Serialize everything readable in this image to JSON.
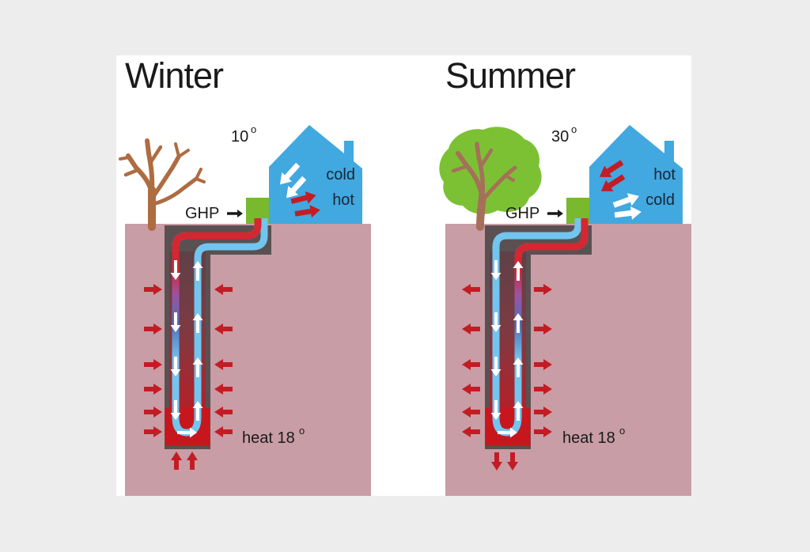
{
  "figure": {
    "subject": "ground heat pump seasonal operation diagram"
  },
  "panels": [
    {
      "season": "Winter",
      "outdoor_temp": {
        "value": "10",
        "degree_mark": "o"
      },
      "ghp": {
        "label": "GHP"
      },
      "house": {
        "top_label": "cold",
        "bottom_label": "hot"
      },
      "ground": {
        "heat_label": {
          "text": "heat 18",
          "degree_mark": "o"
        }
      },
      "tree": "bare tree",
      "ground_heat_flow": "into borehole"
    },
    {
      "season": "Summer",
      "outdoor_temp": {
        "value": "30",
        "degree_mark": "o"
      },
      "ghp": {
        "label": "GHP"
      },
      "house": {
        "top_label": "hot",
        "bottom_label": "cold"
      },
      "ground": {
        "heat_label": {
          "text": "heat 18",
          "degree_mark": "o"
        }
      },
      "tree": "leafy tree",
      "ground_heat_flow": "out of borehole"
    }
  ],
  "colors": {
    "background": "#ededee",
    "panel_bg": "#ffffff",
    "ground": "#c89da5",
    "casing": "#5a5052",
    "bore_top": "#5e4147",
    "bore_mid": "#7e3a42",
    "bore_low": "#a8262e",
    "bore_deep": "#bf1b22",
    "heat_block": "#c8161d",
    "pipe_cold": "#72c5ee",
    "pipe_hot": "#d42731",
    "pipe_purple": "#9f51a0",
    "pipe_blue": "#5070ba",
    "house": "#41a8e0",
    "ghp_box": "#78b92d",
    "arrow_red": "#c41c24",
    "arrow_white": "#ffffff",
    "tree_trunk_winter": "#ae6c41",
    "tree_canopy": "#7cc134",
    "tree_trunk_summer": "#a5705a",
    "text": "#1a1a1a",
    "house_text": "#1c2433"
  }
}
